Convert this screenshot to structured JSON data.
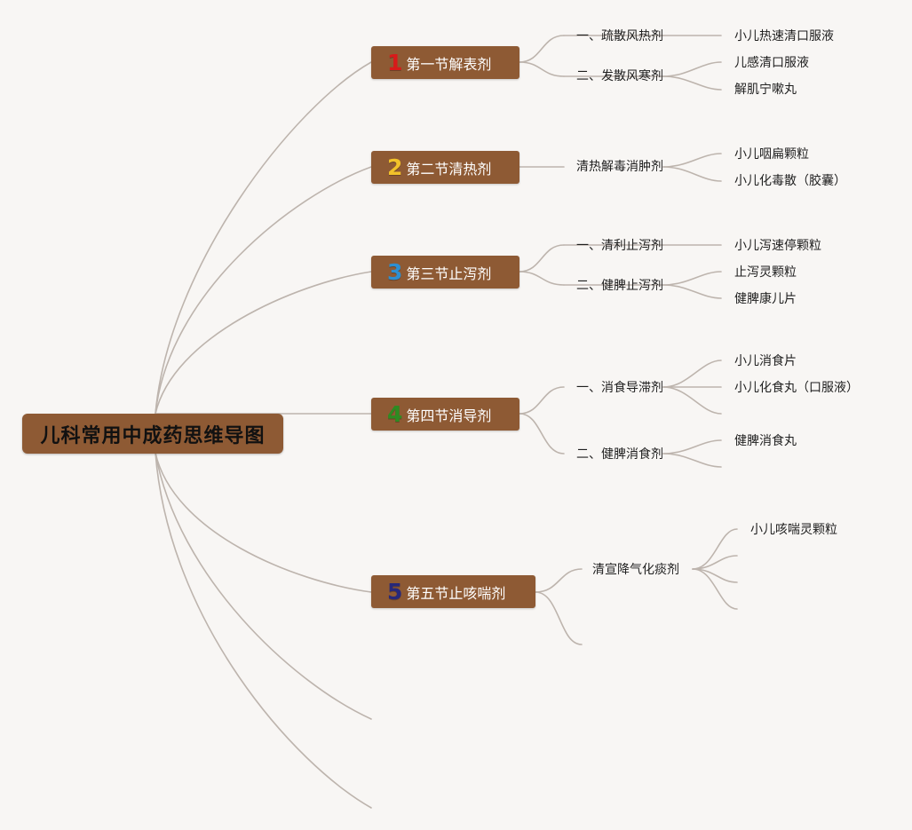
{
  "root": {
    "label": "儿科常用中成药思维导图"
  },
  "sections": [
    {
      "num": "1",
      "num_color": "#d81a1a",
      "label": "第一节解表剂",
      "groups": [
        {
          "label": "一、疏散风热剂",
          "items": [
            "小儿热速清口服液"
          ]
        },
        {
          "label": "二、发散风寒剂",
          "items": [
            "儿感清口服液",
            "解肌宁嗽丸"
          ]
        }
      ]
    },
    {
      "num": "2",
      "num_color": "#f2c22a",
      "label": "第二节清热剂",
      "groups": [
        {
          "label": "清热解毒消肿剂",
          "items": [
            "小儿咽扁颗粒",
            "小儿化毒散（胶囊）"
          ]
        }
      ]
    },
    {
      "num": "3",
      "num_color": "#2d8fd1",
      "label": "第三节止泻剂",
      "groups": [
        {
          "label": "一、清利止泻剂",
          "items": [
            "小儿泻速停颗粒"
          ]
        },
        {
          "label": "二、健脾止泻剂",
          "items": [
            "止泻灵颗粒",
            "健脾康儿片"
          ]
        }
      ]
    },
    {
      "num": "4",
      "num_color": "#2e8b22",
      "label": "第四节消导剂",
      "groups": [
        {
          "label": "一、消食导滞剂",
          "items": [
            "小儿消食片",
            "小儿化食丸（口服液）",
            ""
          ]
        },
        {
          "label": "二、健脾消食剂",
          "items": [
            "健脾消食丸",
            ""
          ]
        }
      ]
    },
    {
      "num": "5",
      "num_color": "#27287a",
      "label": "第五节止咳喘剂",
      "groups": [
        {
          "label": "清宣降气化痰剂",
          "items": [
            "小儿咳喘灵颗粒",
            "",
            "",
            ""
          ]
        }
      ]
    }
  ],
  "colors": {
    "node_bg": "#8e5a34",
    "line": "#bdb4ad",
    "background": "#f8f6f4"
  }
}
